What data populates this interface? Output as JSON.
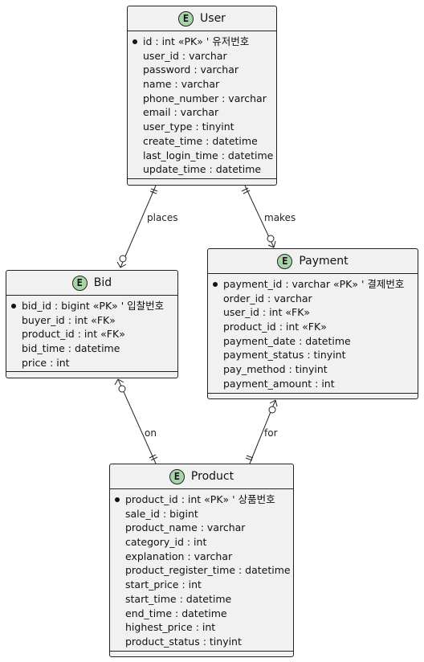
{
  "entities": {
    "user": {
      "badge": "E",
      "name": "User",
      "pk": "id : int «PK» ' 유저번호",
      "attrs": [
        "user_id : varchar",
        "password : varchar",
        "name : varchar",
        "phone_number : varchar",
        "email : varchar",
        "user_type : tinyint",
        "create_time : datetime",
        "last_login_time : datetime",
        "update_time : datetime"
      ]
    },
    "bid": {
      "badge": "E",
      "name": "Bid",
      "pk": "bid_id : bigint «PK» ' 입찰번호",
      "attrs": [
        "buyer_id : int «FK»",
        "product_id : int «FK»",
        "bid_time : datetime",
        "price : int"
      ]
    },
    "payment": {
      "badge": "E",
      "name": "Payment",
      "pk": "payment_id : varchar «PK» ' 결제번호",
      "attrs": [
        "order_id : varchar",
        "user_id : int «FK»",
        "product_id : int «FK»",
        "payment_date : datetime",
        "payment_status : tinyint",
        "pay_method : tinyint",
        "payment_amount : int"
      ]
    },
    "product": {
      "badge": "E",
      "name": "Product",
      "pk": "product_id : int «PK» ' 상품번호",
      "attrs": [
        "sale_id : bigint",
        "product_name : varchar",
        "category_id : int",
        "explanation : varchar",
        "product_register_time : datetime",
        "start_price : int",
        "start_time : datetime",
        "end_time : datetime",
        "highest_price : int",
        "product_status : tinyint"
      ]
    }
  },
  "relations": {
    "places": "places",
    "makes": "makes",
    "on": "on",
    "for": "for"
  },
  "colors": {
    "entity_bg": "#f1f1f1",
    "badge": "#a9d3aa",
    "line": "#222222"
  }
}
